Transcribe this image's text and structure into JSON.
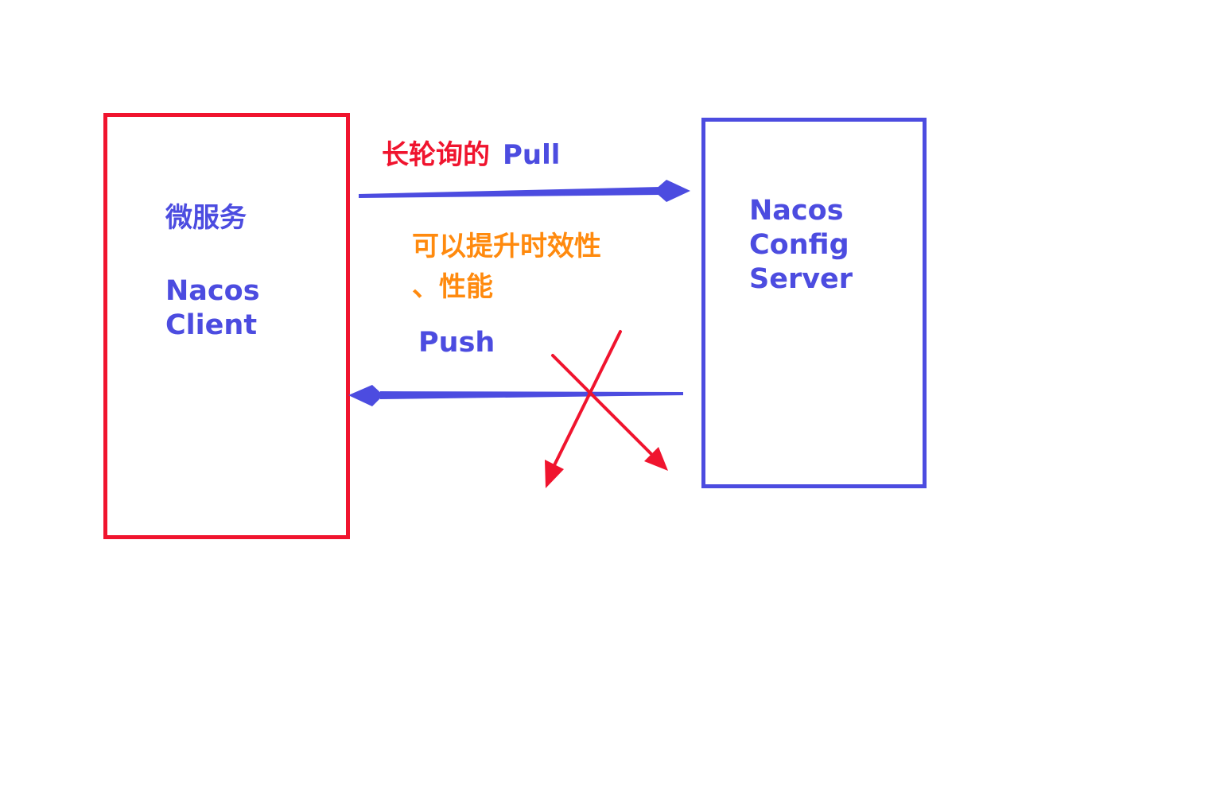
{
  "client": {
    "title_cn": "微服务",
    "title_en_line1": "Nacos",
    "title_en_line2": "Client",
    "border_color": "#f0142e"
  },
  "server": {
    "title_line1": "Nacos",
    "title_line2": "Config",
    "title_line3": "Server",
    "border_color": "#4c4ce0"
  },
  "pull": {
    "label_cn": "长轮询的",
    "label_en": "Pull"
  },
  "note": {
    "line1": "可以提升时效性",
    "line2": "、性能"
  },
  "push": {
    "label": "Push",
    "crossed_out": true
  },
  "colors": {
    "blue": "#4c4ce0",
    "red": "#f0142e",
    "orange": "#ff8a0e"
  }
}
